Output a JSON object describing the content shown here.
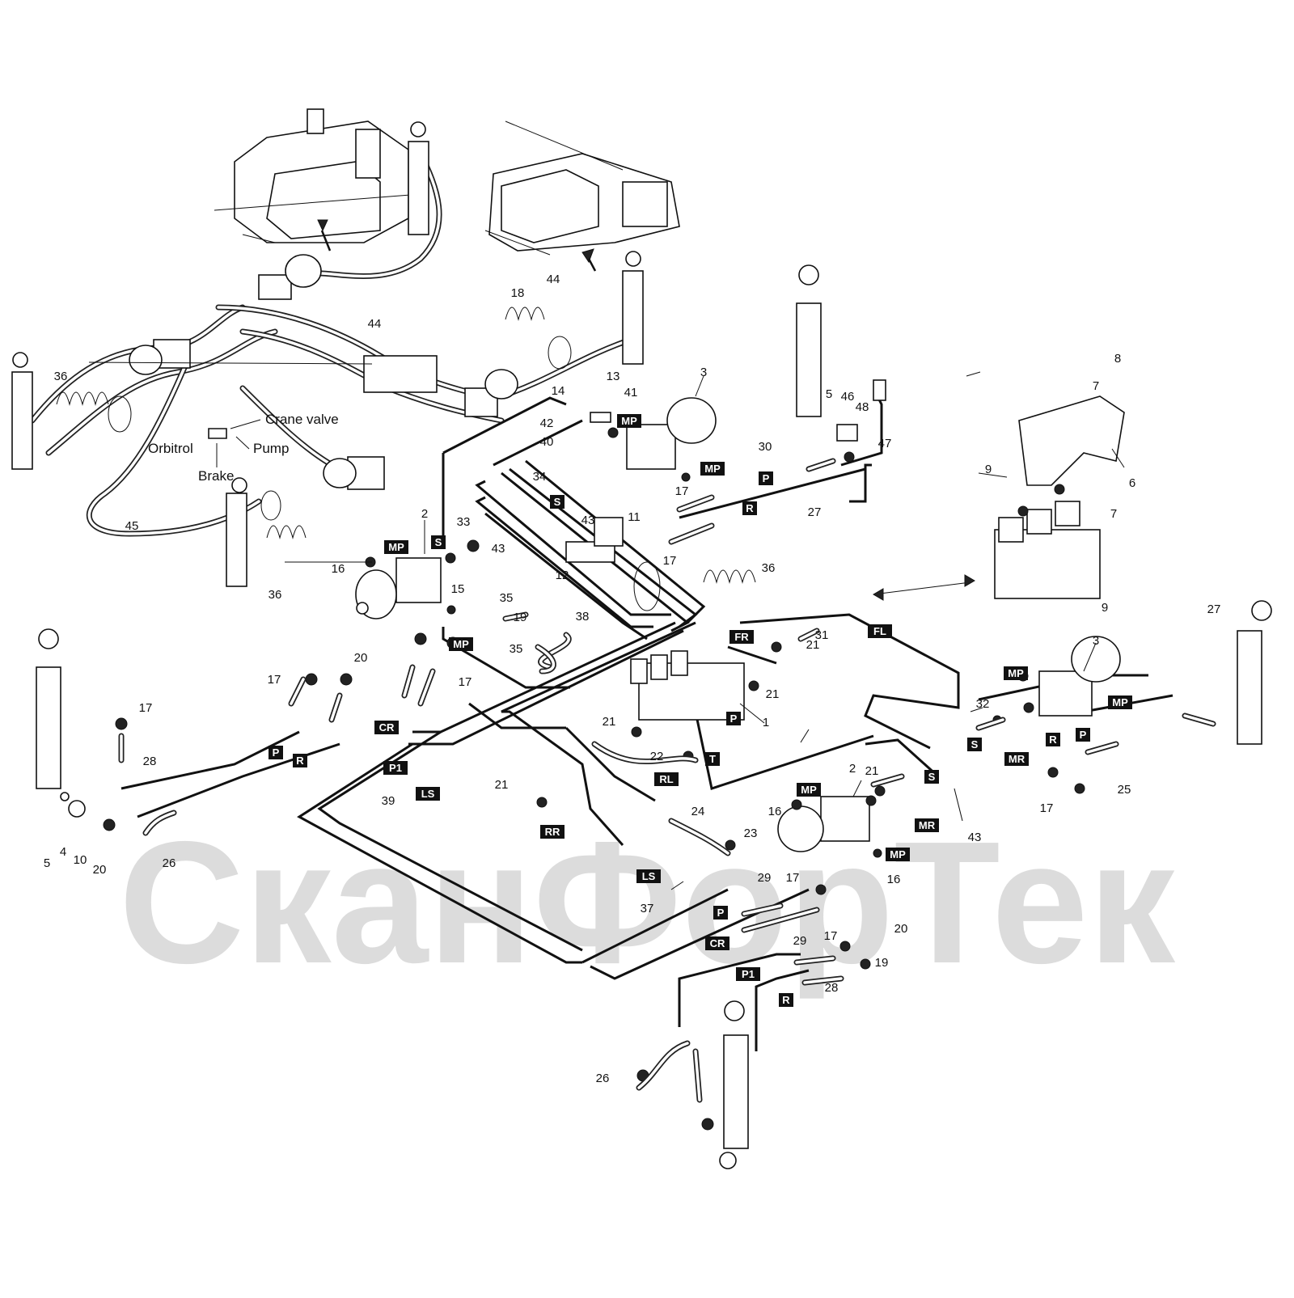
{
  "watermark": "СканФорТек",
  "callouts": [
    "1",
    "2",
    "3",
    "4",
    "5",
    "6",
    "7",
    "8",
    "9",
    "10",
    "11",
    "12",
    "13",
    "14",
    "15",
    "16",
    "17",
    "18",
    "19",
    "20",
    "21",
    "22",
    "23",
    "24",
    "25",
    "26",
    "27",
    "28",
    "29",
    "30",
    "31",
    "32",
    "33",
    "34",
    "35",
    "36",
    "37",
    "38",
    "39",
    "40",
    "41",
    "42",
    "43",
    "44",
    "45",
    "46",
    "47",
    "48"
  ],
  "captions": {
    "crane_valve": "Crane valve",
    "orbitrol": "Orbitrol",
    "pump": "Pump",
    "brake": "Brake"
  },
  "line_tags": [
    "MP",
    "S",
    "P",
    "R",
    "T",
    "MR",
    "FR",
    "FL",
    "CR",
    "P1",
    "LS",
    "RL",
    "RR"
  ],
  "colors": {
    "ink": "#111111",
    "watermark": "#dcdcdc",
    "background": "#ffffff"
  }
}
